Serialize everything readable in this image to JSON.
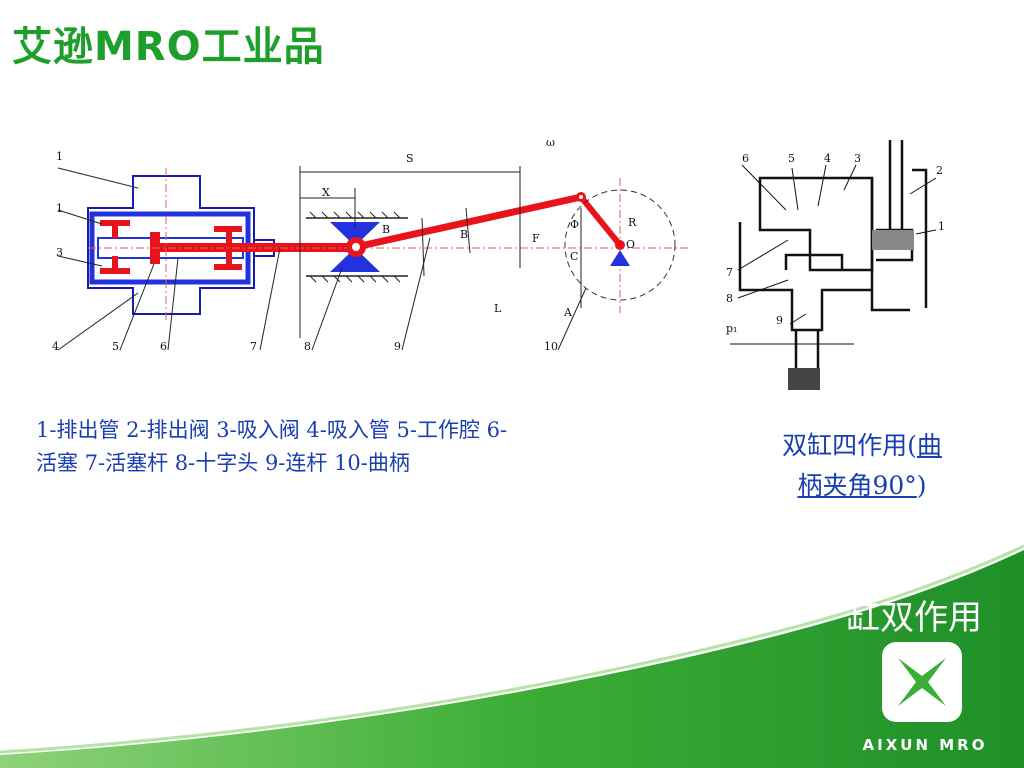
{
  "title": "艾逊MRO工业品",
  "diagram1": {
    "labels": {
      "S": "S",
      "X": "X",
      "B1": "B",
      "B2": "B",
      "F": "F",
      "L": "L",
      "C": "C",
      "A": "A",
      "R": "R",
      "O": "O",
      "phi": "Φ",
      "omega": "ω",
      "n1": "1",
      "n2": "1",
      "n3": "3",
      "n4": "4",
      "n5": "5",
      "n6": "6",
      "n7": "7",
      "n8": "8",
      "n9": "9",
      "n10": "10"
    }
  },
  "diagram2": {
    "labels": {
      "n6": "6",
      "n5": "5",
      "n4": "4",
      "n3": "3",
      "n2": "2",
      "n1": "1",
      "n7": "7",
      "n8": "8",
      "n9": "9",
      "p1": "p₁"
    }
  },
  "caption": {
    "line1": "1-排出管 2-排出阀 3-吸入阀 4-吸入管 5-工作腔 6-",
    "line2": "活塞 7-活塞杆 8-十字头 9-连杆 10-曲柄"
  },
  "caption2": {
    "part1": "双缸四作用(",
    "part2": "曲",
    "part3": "柄夹角90°",
    "part4": ")"
  },
  "footer": {
    "text": "缸双作用",
    "logo": "AIXUN MRO"
  },
  "colors": {
    "brand_green": "#1e9e2a",
    "caption_blue": "#1a3fb0",
    "mechanism_red": "#e8141c",
    "component_blue": "#2233dd"
  }
}
